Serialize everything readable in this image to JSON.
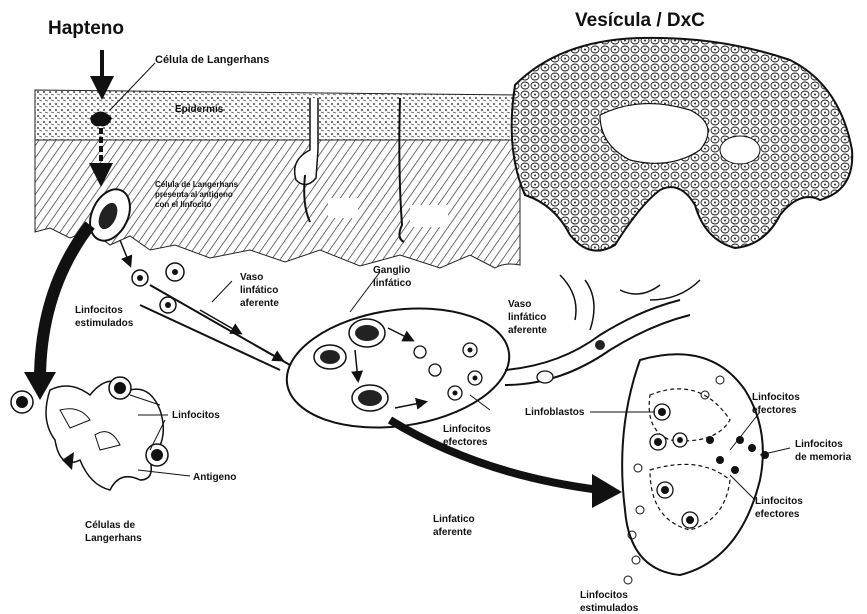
{
  "titles": {
    "hapteno": "Hapteno",
    "vesicula": "Vesícula / DxC"
  },
  "labels": {
    "celula_langerhans_top": "Célula de Langerhans",
    "epidermis": "Epidermis",
    "presenta_1": "Célula de Langerhans",
    "presenta_2": "presenta al antigeno",
    "presenta_3": "con el linfocito",
    "linfocitos_estimulados_1": "Linfocitos",
    "linfocitos_estimulados_2": "estimulados",
    "vaso_1": "Vaso",
    "vaso_2": "linfático",
    "vaso_3": "aferente",
    "ganglio_1": "Ganglio",
    "ganglio_2": "linfático",
    "vaso_r1": "Vaso",
    "vaso_r2": "linfático",
    "vaso_r3": "aferente",
    "linfocitos_cell": "Linfocitos",
    "antigeno": "Antigeno",
    "celulas_lang_1": "Células de",
    "celulas_lang_2": "Langerhans",
    "linfocitos_efectores_1": "Linfocitos",
    "linfocitos_efectores_2": "efectores",
    "linfoblastos": "Linfoblastos",
    "linfatico_aferente_1": "Linfatico",
    "linfatico_aferente_2": "aferente",
    "efectores_top_1": "Linfocitos",
    "efectores_top_2": "efectores",
    "memoria_1": "Linfocitos",
    "memoria_2": "de memoria",
    "efectores_mid_1": "Linfocitos",
    "efectores_mid_2": "efectores",
    "estimulados_bottom_1": "Linfocitos",
    "estimulados_bottom_2": "estimulados"
  }
}
